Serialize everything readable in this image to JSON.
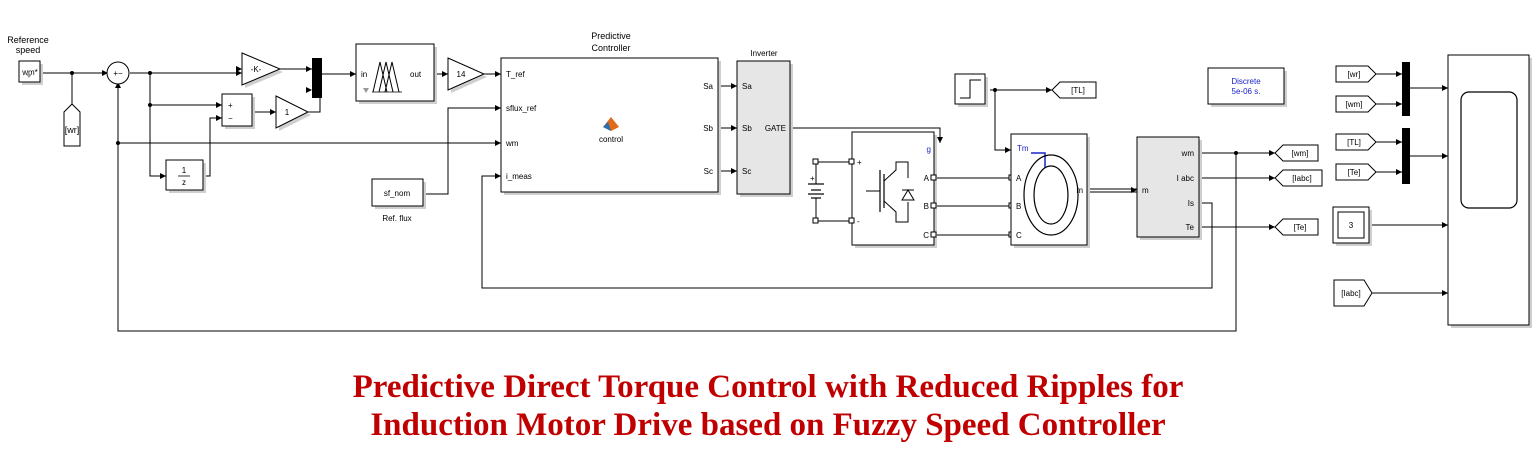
{
  "blocks": {
    "reference_speed_title": "Reference\nspeed",
    "reference_speed_value": "wm*",
    "sum_signs": "+−",
    "goto_wr": "[wr]",
    "gain_k": "-K-",
    "sum2_plus": "+",
    "sum2_minus": "−",
    "gain_one": "1",
    "unit_delay_num": "1",
    "unit_delay_den": "z",
    "fuzzy_in": "in",
    "fuzzy_out": "out",
    "gain_14": "14",
    "controller_title": "Predictive\nController",
    "controller_inputs": [
      "T_ref",
      "sflux_ref",
      "wm",
      "i_meas"
    ],
    "controller_outputs": [
      "Sa",
      "Sb",
      "Sc"
    ],
    "controller_name": "control",
    "sf_nom": "sf_nom",
    "ref_flux_label": "Ref. flux",
    "inverter_title": "Inverter",
    "inverter_inputs": [
      "Sa",
      "Sb",
      "Sc"
    ],
    "inverter_output": "GATE",
    "igbt_g": "g",
    "igbt_plus": "+",
    "igbt_minus": "-",
    "igbt_phases": [
      "A",
      "B",
      "C"
    ],
    "motor_tm": "Tm",
    "motor_m": "m",
    "motor_phases": [
      "A",
      "B",
      "C"
    ],
    "goto_tl": "[TL]",
    "bus_in": "m",
    "bus_outputs": [
      "wm",
      "I abc",
      "Is",
      "Te"
    ],
    "goto_wm": "[wm]",
    "goto_iabc": "[Iabc]",
    "goto_te": "[Te]",
    "discrete_line1": "Discrete",
    "discrete_line2": "5e-06 s.",
    "from_wr": "[wr]",
    "from_wm": "[wm]",
    "from_tl": "[TL]",
    "from_te": "[Te]",
    "const_3": "3",
    "from_iabc": "[Iabc]"
  },
  "headline": {
    "line1": "Predictive Direct Torque Control with Reduced Ripples for",
    "line2": "Induction Motor Drive based on Fuzzy Speed Controller"
  },
  "colors": {
    "headline": "#c00000",
    "blue_label": "#1a23c8",
    "scope_gray": "#cfcfcf"
  }
}
